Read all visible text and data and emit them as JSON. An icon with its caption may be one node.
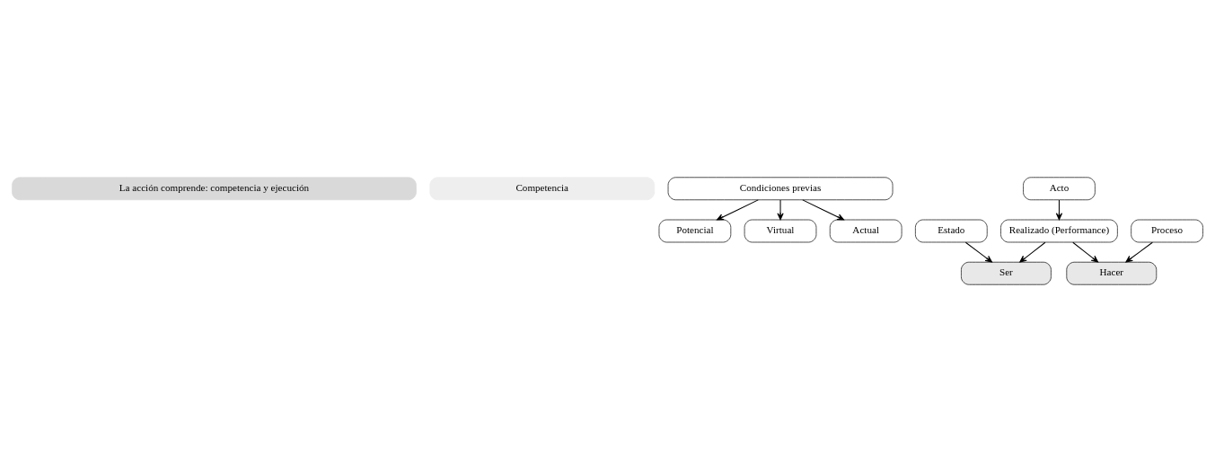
{
  "diagram": {
    "nodes": [
      {
        "text": [
          "La acción comprende: competencia y ejecución"
        ]
      },
      {
        "text": [
          "Competencia"
        ]
      },
      {
        "text": [
          "Condiciones previas"
        ]
      },
      {
        "text": [
          "Potencial"
        ]
      },
      {
        "text": [
          "Virtual"
        ]
      },
      {
        "text": [
          "Actual"
        ]
      },
      {
        "text": [
          "Acto"
        ]
      },
      {
        "text": [
          "Realizado (Performance)"
        ]
      },
      {
        "text": [
          "Estado"
        ]
      },
      {
        "text": [
          "Ser"
        ]
      },
      {
        "text": [
          "Hacer"
        ]
      },
      {
        "text": [
          "Proceso"
        ]
      }
    ],
    "edges": [
      {
        "from": 2,
        "to": 3,
        "arrow": "to"
      },
      {
        "from": 2,
        "to": 4,
        "arrow": "to"
      },
      {
        "from": 2,
        "to": 5,
        "arrow": "to"
      },
      {
        "from": 6,
        "to": 7,
        "arrow": "to"
      },
      {
        "from": 7,
        "to": 9,
        "arrow": "to"
      },
      {
        "from": 7,
        "to": 10,
        "arrow": "to"
      },
      {
        "from": 8,
        "to": 9,
        "arrow": "to"
      },
      {
        "from": 11,
        "to": 10,
        "arrow": "to"
      }
    ]
  }
}
